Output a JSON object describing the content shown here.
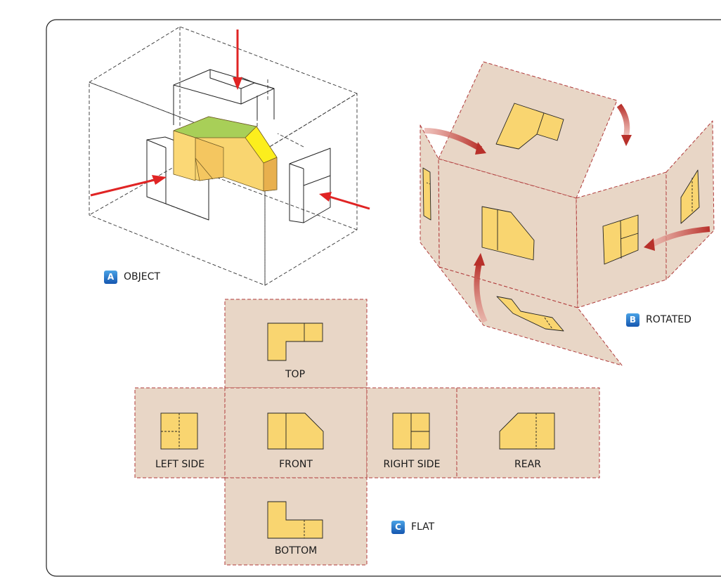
{
  "colors": {
    "panel": "#e8d6c6",
    "panel_border": "#b03a3a",
    "face": "#f9d570",
    "face_dark": "#e8b04e",
    "top_face": "#a8cf58",
    "slope_face": "#fcee1d",
    "arrow": "#e02424",
    "badge": "#1a6fcf"
  },
  "sections": {
    "object": {
      "letter": "A",
      "label": "OBJECT"
    },
    "rotated": {
      "letter": "B",
      "label": "ROTATED"
    },
    "flat": {
      "letter": "C",
      "label": "FLAT"
    }
  },
  "views": {
    "top": "TOP",
    "left": "LEFT SIDE",
    "front": "FRONT",
    "right": "RIGHT SIDE",
    "rear": "REAR",
    "bottom": "BOTTOM"
  }
}
